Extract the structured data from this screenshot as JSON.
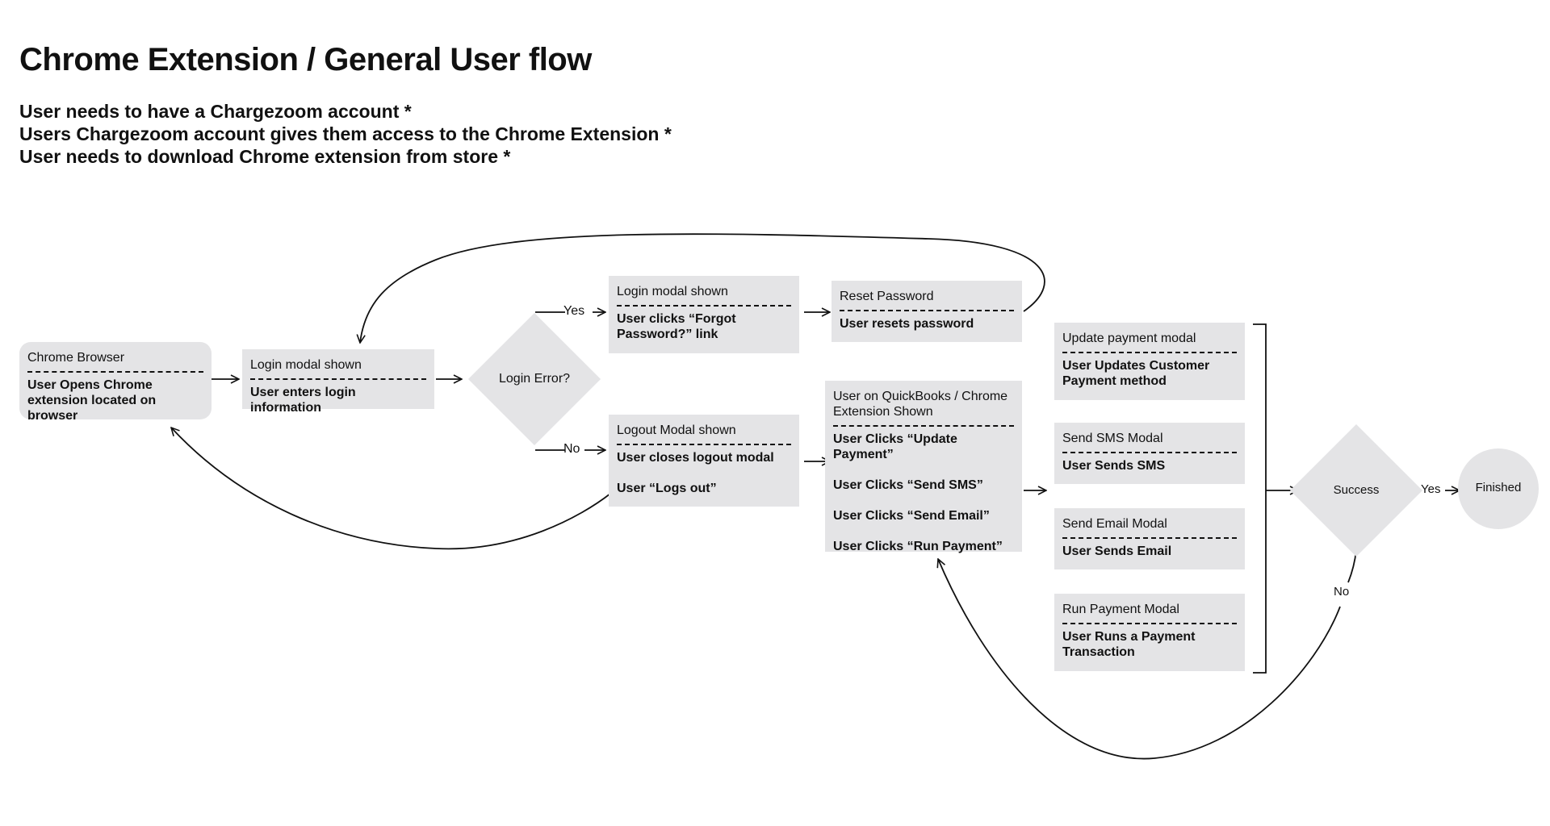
{
  "title": "Chrome Extension / General User flow",
  "requirements": [
    "User needs to have a Chargezoom account *",
    "Users Chargezoom account gives them access to the Chrome Extension *",
    "User needs to download Chrome extension from store *"
  ],
  "nodes": {
    "chrome_browser": {
      "head": "Chrome Browser",
      "body": [
        "User Opens Chrome",
        "extension located on browser"
      ]
    },
    "login_modal_1": {
      "head": "Login modal shown",
      "body": [
        "User enters login information"
      ]
    },
    "login_error": {
      "label": "Login Error?"
    },
    "login_modal_2": {
      "head": "Login modal shown",
      "body": [
        "User clicks “Forgot",
        "Password?” link"
      ]
    },
    "reset_password": {
      "head": "Reset Password",
      "body": [
        "User resets password"
      ]
    },
    "logout_modal": {
      "head": "Logout Modal shown",
      "actions": [
        "User closes logout modal",
        "User “Logs out”"
      ]
    },
    "quickbooks": {
      "head": [
        "User on QuickBooks / Chrome",
        "Extension Shown"
      ],
      "actions": [
        "User Clicks “Update Payment”",
        "User Clicks “Send SMS”",
        "User Clicks “Send Email”",
        "User Clicks “Run Payment”"
      ]
    },
    "update_payment": {
      "head": "Update payment modal",
      "body": [
        "User Updates Customer",
        "Payment method"
      ]
    },
    "send_sms": {
      "head": "Send SMS Modal",
      "body": [
        "User Sends SMS"
      ]
    },
    "send_email": {
      "head": "Send Email Modal",
      "body": [
        "User Sends Email"
      ]
    },
    "run_payment": {
      "head": "Run Payment Modal",
      "body": [
        "User Runs a Payment",
        "Transaction"
      ]
    },
    "success": {
      "label": "Success"
    },
    "finished": {
      "label": "Finished"
    }
  },
  "edge_labels": {
    "yes_1": "Yes",
    "no_1": "No",
    "yes_2": "Yes",
    "no_2": "No"
  }
}
